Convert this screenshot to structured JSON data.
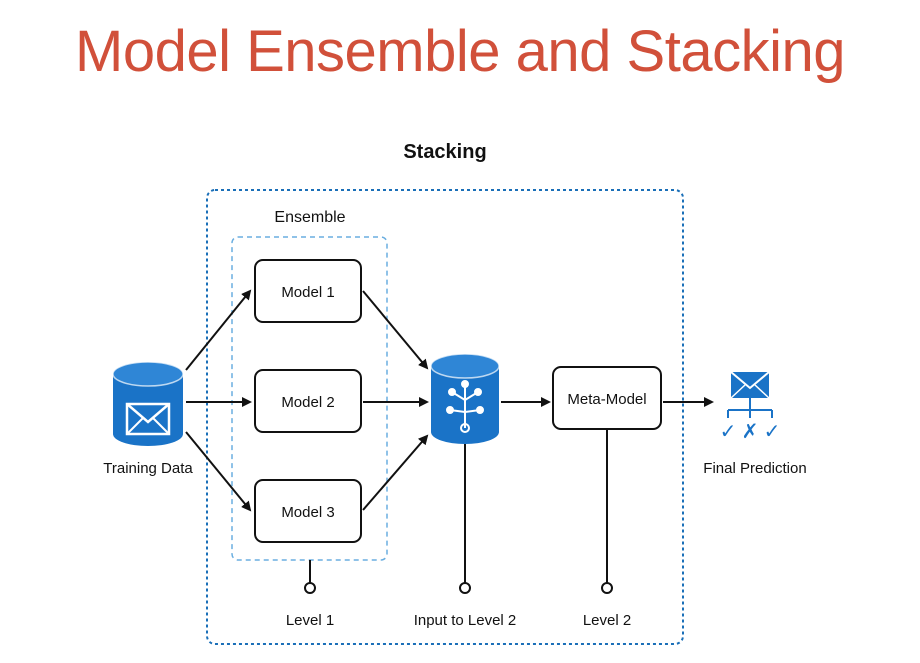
{
  "title": "Model Ensemble and Stacking",
  "diagram": {
    "stacking_label": "Stacking",
    "ensemble_label": "Ensemble",
    "training_data_label": "Training Data",
    "models": [
      {
        "label": "Model 1"
      },
      {
        "label": "Model 2"
      },
      {
        "label": "Model 3"
      }
    ],
    "meta_model_label": "Meta-Model",
    "final_prediction_label": "Final Prediction",
    "final_prediction_marks": [
      "✓",
      "✗",
      "✓"
    ],
    "level_labels": {
      "level1": "Level 1",
      "input_level2": "Input to Level 2",
      "level2": "Level 2"
    },
    "colors": {
      "title": "#d1503a",
      "accent_blue": "#1a73c7",
      "stacking_border": "#1a6fb8",
      "ensemble_border": "#6aaee0"
    }
  }
}
